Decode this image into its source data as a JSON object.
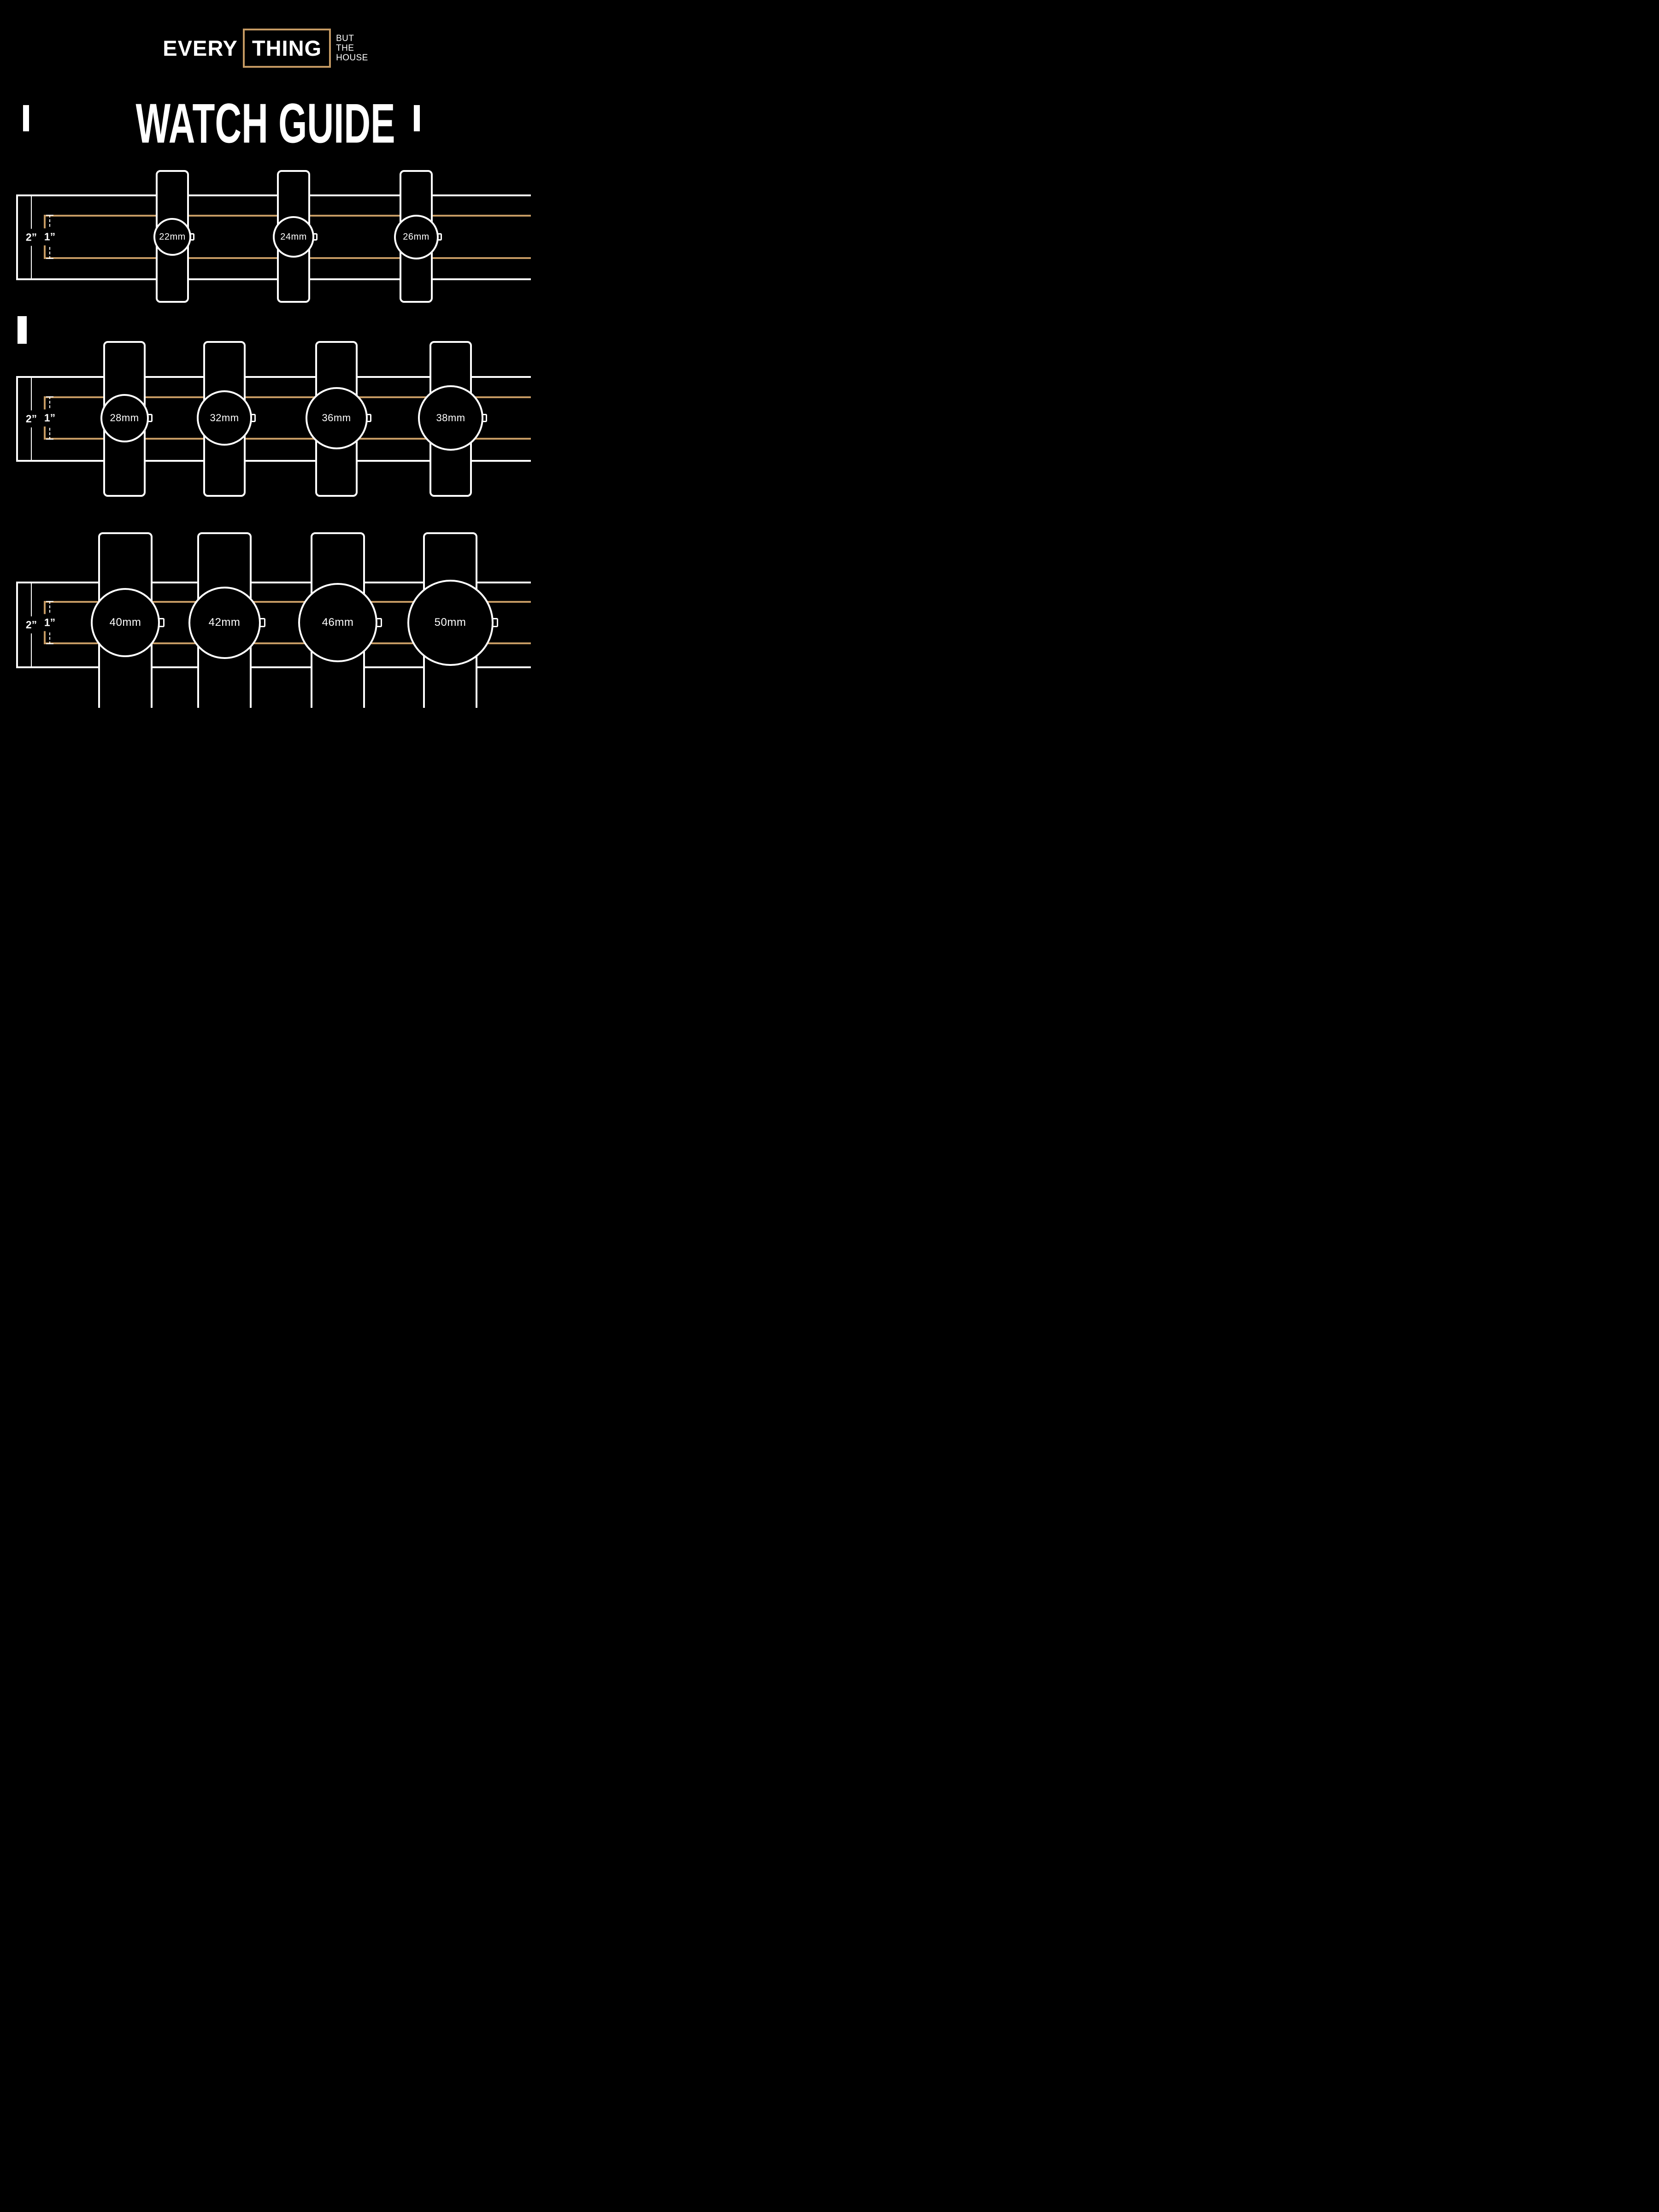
{
  "colors": {
    "background": "#000000",
    "foreground": "#ffffff",
    "accent_gold": "#c59a63"
  },
  "logo": {
    "word_left": "EVERY",
    "word_boxed": "THING",
    "tagline_line1": "BUT",
    "tagline_line2": "THE",
    "tagline_line3": "HOUSE"
  },
  "title": "WATCH GUIDE",
  "rows": [
    {
      "outer_band_label": "2”",
      "inner_band_label": "1”",
      "watches": [
        {
          "label": "22mm",
          "size_mm": 22
        },
        {
          "label": "24mm",
          "size_mm": 24
        },
        {
          "label": "26mm",
          "size_mm": 26
        }
      ]
    },
    {
      "outer_band_label": "2”",
      "inner_band_label": "1”",
      "watches": [
        {
          "label": "28mm",
          "size_mm": 28
        },
        {
          "label": "32mm",
          "size_mm": 32
        },
        {
          "label": "36mm",
          "size_mm": 36
        },
        {
          "label": "38mm",
          "size_mm": 38
        }
      ]
    },
    {
      "outer_band_label": "2”",
      "inner_band_label": "1”",
      "watches": [
        {
          "label": "40mm",
          "size_mm": 40
        },
        {
          "label": "42mm",
          "size_mm": 42
        },
        {
          "label": "46mm",
          "size_mm": 46
        },
        {
          "label": "50mm",
          "size_mm": 50
        }
      ]
    }
  ]
}
